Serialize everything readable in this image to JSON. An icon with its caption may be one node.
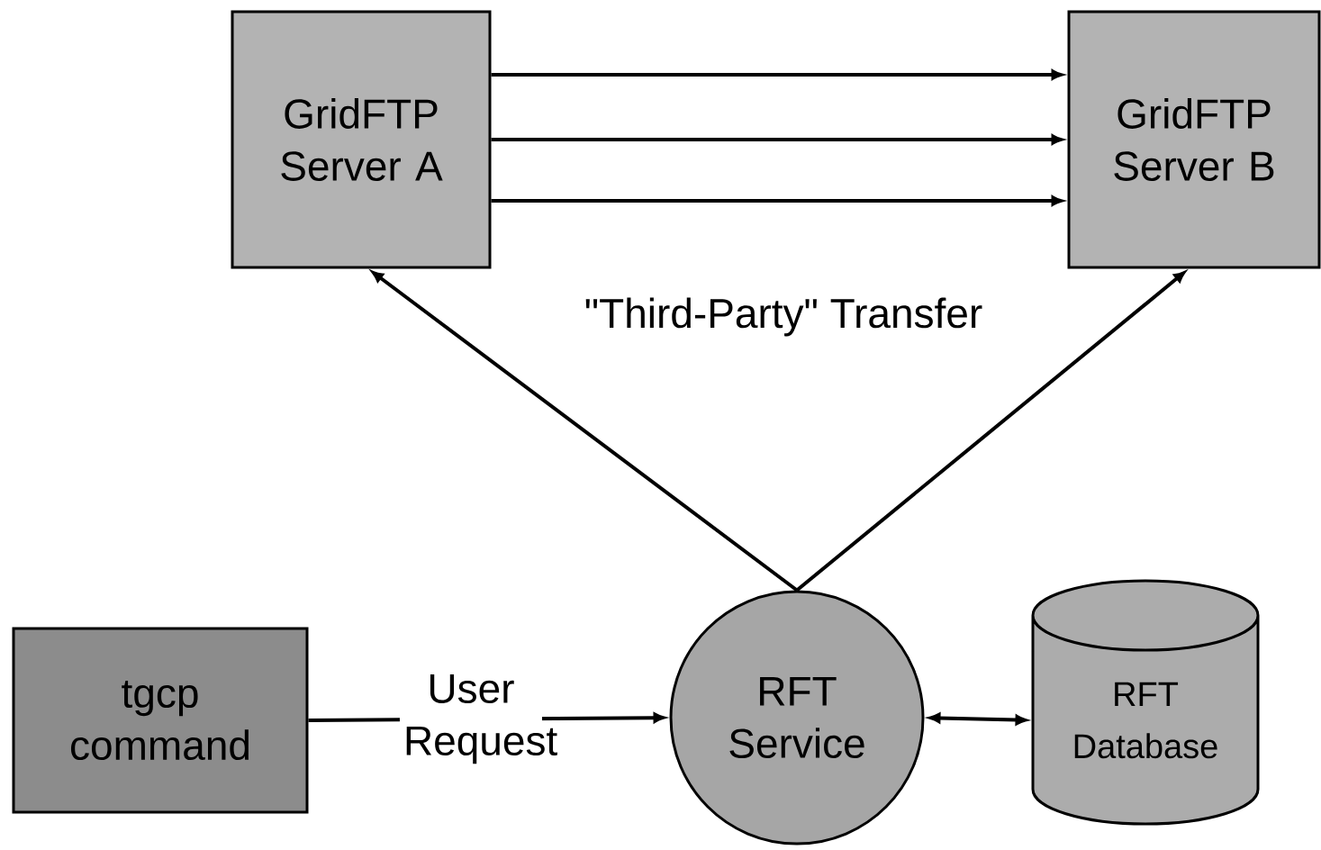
{
  "diagram": {
    "nodes": [
      {
        "text": [
          "GridFTP Server A"
        ]
      },
      {
        "text": [
          "GridFTP Server B"
        ]
      },
      {
        "text": [
          "tgcp command"
        ]
      },
      {
        "text": [
          "RFT Service"
        ]
      },
      {
        "text": [
          "RFT Database"
        ]
      }
    ],
    "edges": [
      {
        "from": 0,
        "to": 1,
        "arrow": "to"
      },
      {
        "from": 0,
        "to": 1,
        "arrow": "to"
      },
      {
        "from": 0,
        "to": 1,
        "arrow": "to"
      },
      {
        "from": 3,
        "to": 0,
        "arrow": "to"
      },
      {
        "from": 3,
        "to": 1,
        "arrow": "to"
      },
      {
        "from": 2,
        "to": 3,
        "arrow": "to",
        "label": "User Request"
      },
      {
        "from": 3,
        "to": 4,
        "arrow": "both"
      }
    ],
    "labels": [
      "\"Third-Party\" Transfer"
    ]
  }
}
